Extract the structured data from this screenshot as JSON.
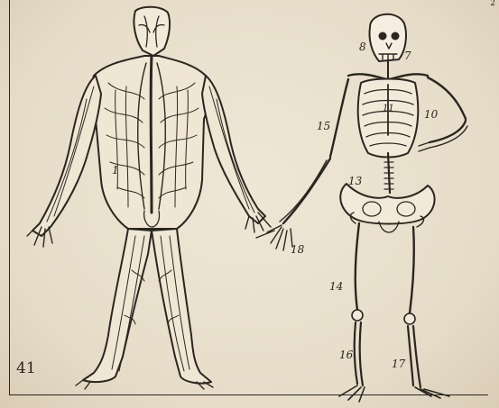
{
  "plate": {
    "number": "41",
    "corner_mark": "2"
  },
  "labels": {
    "l1": "1",
    "l7": "7",
    "l8": "8",
    "l10": "10",
    "l11": "11",
    "l13": "13",
    "l14": "14",
    "l15": "15",
    "l16": "16",
    "l17": "17",
    "l18": "18"
  },
  "colors": {
    "paper": "#e9e0cf",
    "ink": "#2b2620"
  }
}
